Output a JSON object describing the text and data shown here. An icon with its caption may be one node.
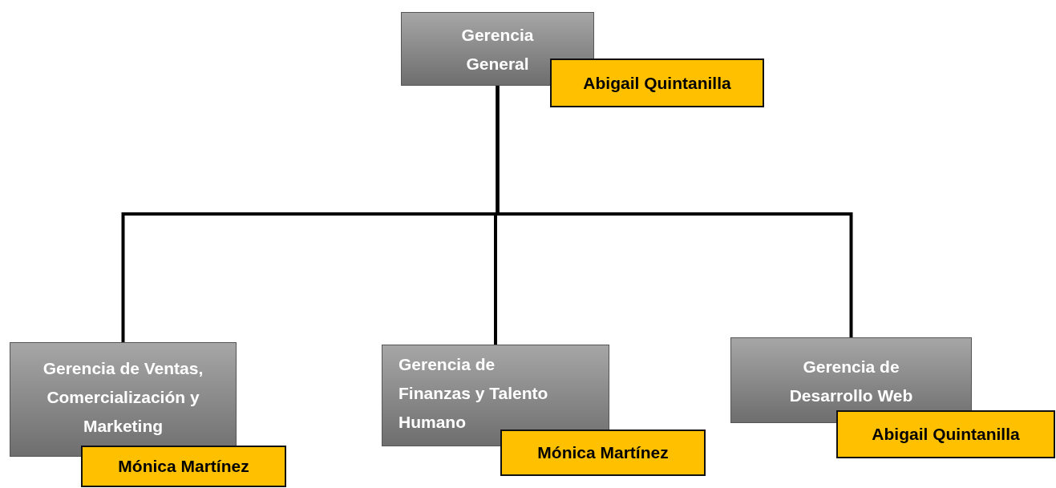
{
  "diagram": {
    "nodes": [
      {
        "text": [
          "Gerencia General"
        ]
      },
      {
        "text": [
          "Abigail Quintanilla"
        ]
      },
      {
        "text": [
          "Gerencia de Ventas, Comercialización y Marketing"
        ]
      },
      {
        "text": [
          "Mónica Martínez"
        ]
      },
      {
        "text": [
          "Gerencia de Finanzas y Talento Humano"
        ]
      },
      {
        "text": [
          "Mónica Martínez"
        ]
      },
      {
        "text": [
          "Gerencia de Desarrollo Web"
        ]
      },
      {
        "text": [
          "Abigail Quintanilla"
        ]
      }
    ],
    "edges": [
      {
        "from": 0,
        "to": 2,
        "arrow": "none"
      },
      {
        "from": 0,
        "to": 4,
        "arrow": "none"
      },
      {
        "from": 0,
        "to": 6,
        "arrow": "none"
      }
    ]
  }
}
